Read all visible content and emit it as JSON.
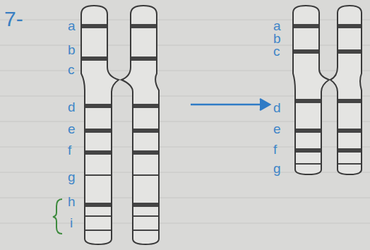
{
  "diagram": {
    "labels": [
      "7-",
      "a",
      "b",
      "c",
      "d",
      "e",
      "f",
      "g",
      "h",
      "i",
      "a",
      "b",
      "c",
      "d",
      "e",
      "f",
      "g"
    ]
  }
}
